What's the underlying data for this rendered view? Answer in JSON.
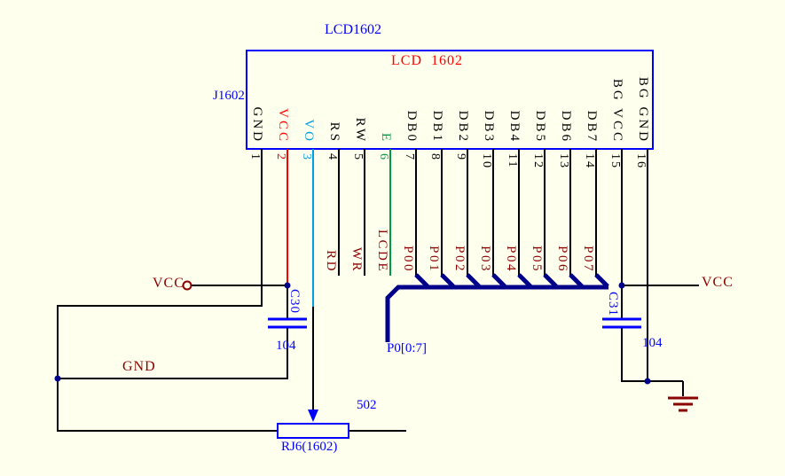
{
  "sheet": {
    "title": "LCD1602"
  },
  "lcd": {
    "designator": "J1602",
    "inner_label": "LCD  1602",
    "pins": [
      {
        "num": "1",
        "name": "GND"
      },
      {
        "num": "2",
        "name": "VCC"
      },
      {
        "num": "3",
        "name": "VO"
      },
      {
        "num": "4",
        "name": "RS"
      },
      {
        "num": "5",
        "name": "RW"
      },
      {
        "num": "6",
        "name": "E"
      },
      {
        "num": "7",
        "name": "DB0"
      },
      {
        "num": "8",
        "name": "DB1"
      },
      {
        "num": "9",
        "name": "DB2"
      },
      {
        "num": "10",
        "name": "DB3"
      },
      {
        "num": "11",
        "name": "DB4"
      },
      {
        "num": "12",
        "name": "DB5"
      },
      {
        "num": "13",
        "name": "DB6"
      },
      {
        "num": "14",
        "name": "DB7"
      },
      {
        "num": "15",
        "name": "BG VCC"
      },
      {
        "num": "16",
        "name": "BG GND"
      }
    ]
  },
  "nets": {
    "rd": "RD",
    "wr": "WR",
    "lcde": "LCDE",
    "p0": [
      "P00",
      "P01",
      "P02",
      "P03",
      "P04",
      "P05",
      "P06",
      "P07"
    ],
    "bus": "P0[0:7]"
  },
  "power": {
    "vcc_left": "VCC",
    "gnd": "GND",
    "vcc_right": "VCC"
  },
  "parts": {
    "c30_ref": "C30",
    "c30_val": "104",
    "c31_ref": "C31",
    "c31_val": "104",
    "rj6_ref": "RJ6(1602)",
    "rj6_val": "502"
  },
  "colors": {
    "background": "#FFFFEE",
    "component_outline": "#0000FF",
    "bus": "#00008B",
    "wire": "#000000",
    "net_label": "#8B0000",
    "vcc_wire": "#FF0000",
    "vo_wire": "#00A0E0",
    "e_wire": "#009944"
  }
}
